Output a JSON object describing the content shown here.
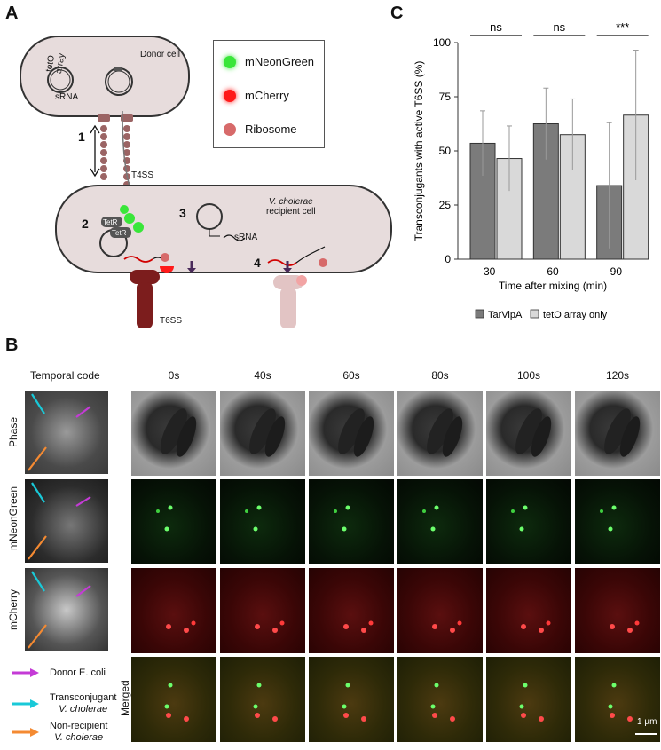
{
  "panel_a": {
    "letter": "A",
    "donor_cell": "Donor cell",
    "teto_array": "tetO array",
    "srna": "sRNA",
    "t4ss": "T4SS",
    "recipient_cell": "V. cholerae recipient cell",
    "recipient_line1": "V. cholerae",
    "recipient_line2": "recipient cell",
    "tetr": "TetR",
    "t6ss": "T6SS",
    "steps": [
      "1",
      "2",
      "3",
      "4"
    ],
    "legend": [
      {
        "label": "mNeonGreen",
        "color": "#39e639"
      },
      {
        "label": "mCherry",
        "color": "#ff1a1a"
      },
      {
        "label": "Ribosome",
        "color": "#d76a6a"
      }
    ]
  },
  "panel_b": {
    "letter": "B",
    "temporal_code": "Temporal code",
    "rows": [
      "Phase",
      "mNeonGreen",
      "mCherry",
      "Merged"
    ],
    "times": [
      "0s",
      "40s",
      "60s",
      "80s",
      "100s",
      "120s"
    ],
    "scale_bar": "1 µm",
    "key": [
      {
        "line1": "Donor E. coli",
        "line2": "",
        "color": "#c43bd6"
      },
      {
        "line1": "Transconjugant",
        "line2": "V. cholerae",
        "color": "#19c9d8"
      },
      {
        "line1": "Non-recipient",
        "line2": "V. cholerae",
        "color": "#f48a32"
      }
    ]
  },
  "panel_c": {
    "letter": "C",
    "significance": [
      "ns",
      "ns",
      "***"
    ]
  },
  "chart_data": {
    "type": "bar",
    "title": "",
    "xlabel": "Time after mixing (min)",
    "ylabel": "Transconjugants with active T6SS (%)",
    "categories": [
      "30",
      "60",
      "90"
    ],
    "ylim": [
      0,
      100
    ],
    "yticks": [
      0,
      25,
      50,
      75,
      100
    ],
    "series": [
      {
        "name": "TarVipA",
        "values": [
          53.5,
          62.5,
          34
        ],
        "errors": [
          15,
          16.5,
          29
        ],
        "color": "#7b7b7b"
      },
      {
        "name": "tetO array only",
        "values": [
          46.5,
          57.5,
          66.5
        ],
        "errors": [
          15,
          16.5,
          30
        ],
        "color": "#d9d9d9"
      }
    ],
    "legend_position": "bottom"
  }
}
